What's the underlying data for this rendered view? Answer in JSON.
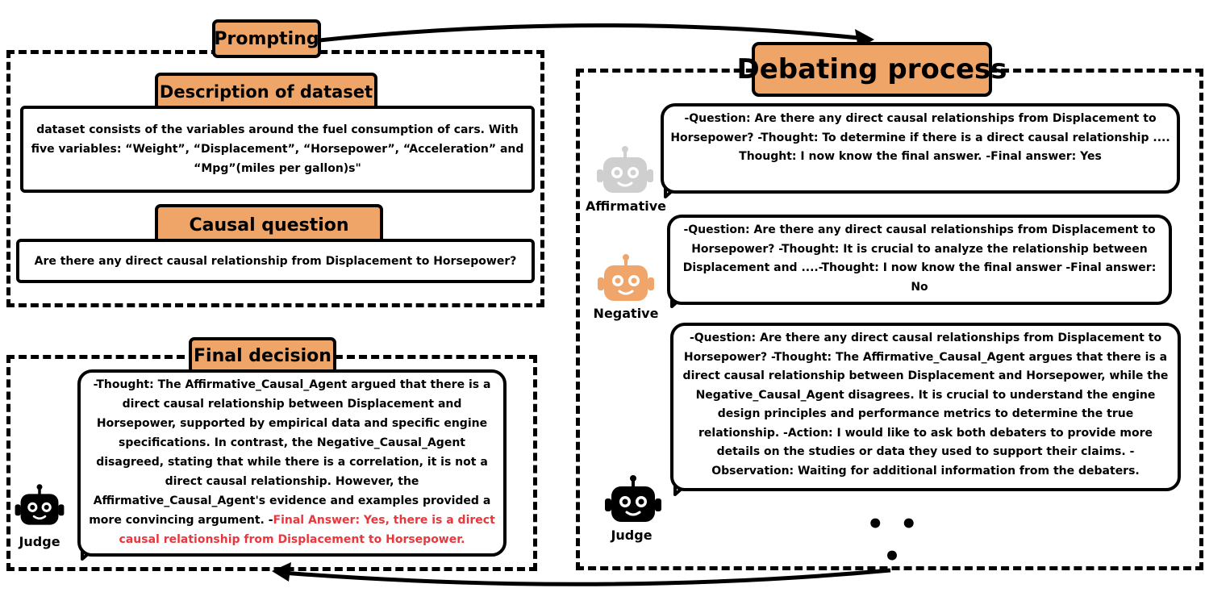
{
  "colors": {
    "label_fill": "#efa567",
    "affirmative_robot": "#cfcfcf",
    "negative_robot": "#f0a56a",
    "judge_robot": "#000000",
    "final_answer": "#e8383d"
  },
  "prompting": {
    "label": "Prompting",
    "description_label": "Description of dataset",
    "description_text": "dataset consists of the variables around the fuel consumption of cars. With five variables: “Weight”, “Displacement”, “Horsepower”, “Acceleration” and “Mpg”(miles per gallon)s\"",
    "question_label": "Causal question",
    "question_text": "Are there any direct causal relationship from Displacement to Horsepower?"
  },
  "debating": {
    "label": "Debating process",
    "affirmative": {
      "name": "Affirmative",
      "icon": "robot-icon",
      "text": "-Question: Are there any direct causal relationships from Displacement to Horsepower? -Thought: To determine if there is a direct causal relationship ....  Thought: I now know the final answer. -Final answer: Yes"
    },
    "negative": {
      "name": "Negative",
      "icon": "robot-icon",
      "text": "-Question: Are there any direct causal relationships from Displacement to Horsepower? -Thought: It is crucial to analyze the relationship between Displacement and ....-Thought: I now know the final answer -Final answer: No"
    },
    "judge": {
      "name": "Judge",
      "icon": "robot-icon",
      "text": "-Question: Are there any direct causal relationships from Displacement to Horsepower? -Thought: The Affirmative_Causal_Agent argues that there is a direct causal relationship between Displacement and Horsepower, while the Negative_Causal_Agent disagrees. It is crucial to understand the engine design principles and performance metrics to determine the true relationship. -Action: I would like to ask both debaters to provide more details on the studies or data they used to support their claims. -Observation: Waiting for additional information from the debaters."
    },
    "ellipsis": "• • •"
  },
  "final_decision": {
    "label": "Final decision",
    "judge_name": "Judge",
    "text": "-Thought: The Affirmative_Causal_Agent argued that there is a direct causal relationship between Displacement and Horsepower, supported by empirical data and specific engine specifications. In contrast, the Negative_Causal_Agent disagreed, stating that while there is a correlation, it is not a direct causal relationship. However, the Affirmative_Causal_Agent's evidence and examples provided a more convincing argument. -",
    "final_answer": "Final Answer: Yes, there is a direct causal relationship from Displacement to Horsepower."
  }
}
